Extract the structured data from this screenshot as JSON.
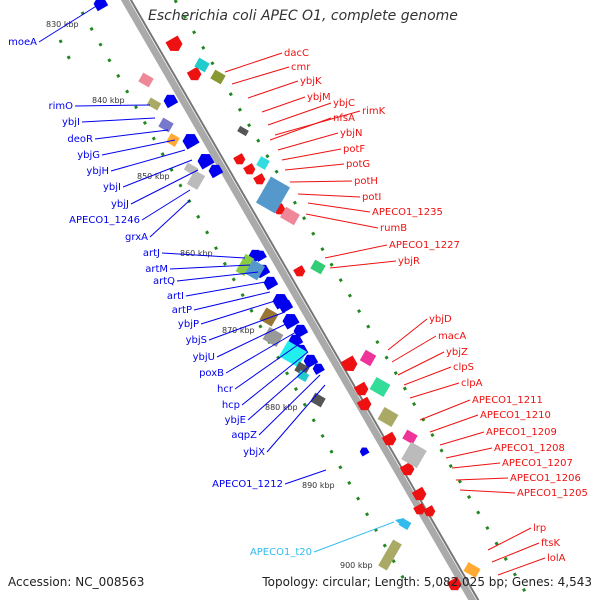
{
  "title": "Escherichia coli APEC O1, complete genome",
  "footer": {
    "accession": "Accession: NC_008563",
    "topology": "Topology: circular; Length: 5,082,025 bp; Genes: 4,543"
  },
  "colors": {
    "forward": "#ee1111",
    "reverse": "#0000ee",
    "rna": "#33bbee",
    "backbone": "#999999",
    "tick": "#228822"
  },
  "kbp_ticks": [
    "830 kbp",
    "840 kbp",
    "850 kbp",
    "860 kbp",
    "870 kbp",
    "880 kbp",
    "890 kbp",
    "900 kbp"
  ],
  "reverse_genes": [
    "moeA",
    "rimO",
    "ybjI",
    "deoR",
    "ybjG",
    "ybjH",
    "ybjI",
    "ybjJ",
    "APECO1_1246",
    "grxA",
    "artJ",
    "artM",
    "artQ",
    "artI",
    "artP",
    "ybjP",
    "ybjS",
    "ybjU",
    "poxB",
    "hcr",
    "hcp",
    "ybjE",
    "aqpZ",
    "ybjX",
    "APECO1_1212"
  ],
  "rna_genes": [
    "APECO1_t20"
  ],
  "forward_genes": [
    "dacC",
    "cmr",
    "ybjK",
    "ybjM",
    "ybjC",
    "rimK",
    "nfsA",
    "ybjN",
    "potF",
    "potG",
    "potH",
    "potI",
    "APECO1_1235",
    "rumB",
    "APECO1_1227",
    "ybjR",
    "ybjD",
    "macA",
    "ybjZ",
    "clpS",
    "clpA",
    "APECO1_1211",
    "APECO1_1210",
    "APECO1_1209",
    "APECO1_1208",
    "APECO1_1207",
    "APECO1_1206",
    "APECO1_1205",
    "lrp",
    "ftsK",
    "lolA"
  ]
}
